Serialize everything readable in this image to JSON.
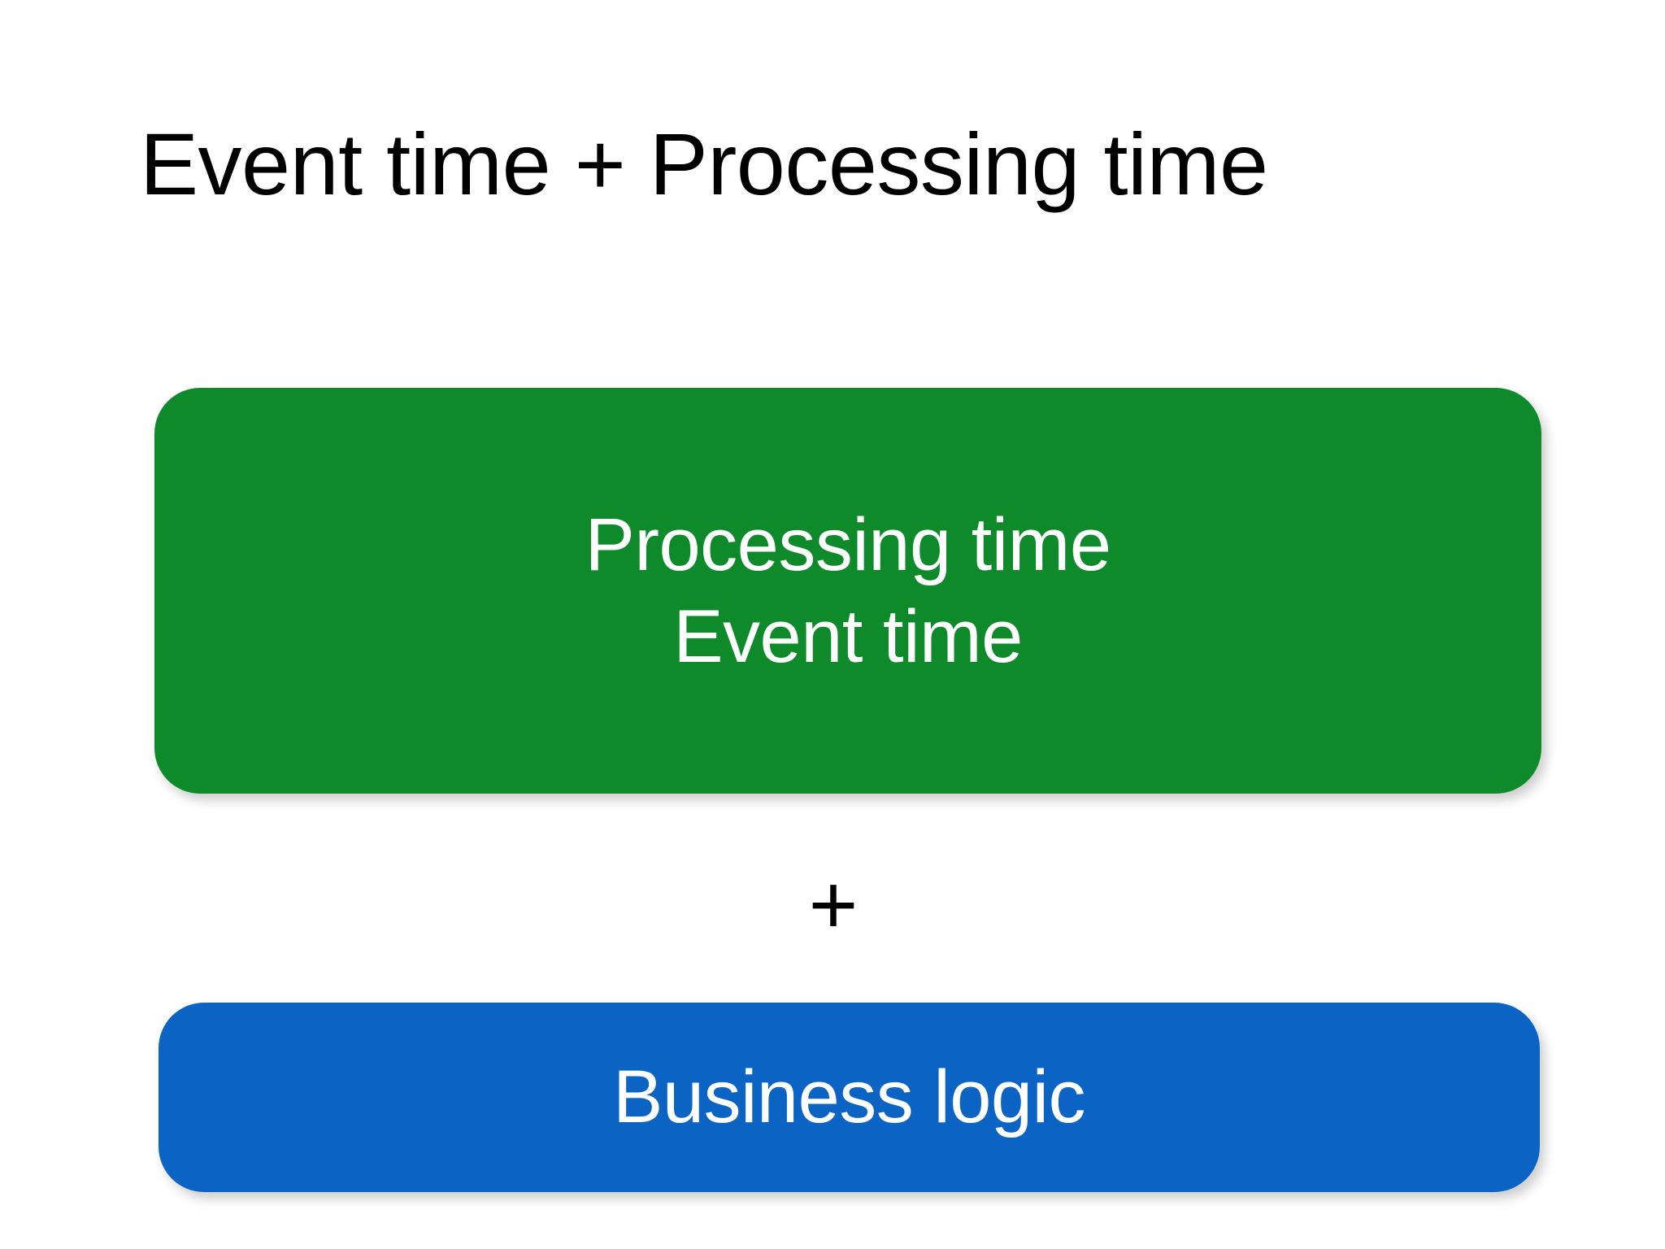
{
  "slide": {
    "background_color": "#ffffff",
    "title": "Event time + Processing time"
  },
  "cards": [
    {
      "id": "processing-time-card",
      "color": "#0E8A2B",
      "text_color": "#ffffff",
      "lines": [
        "Processing time",
        "Event time"
      ]
    },
    {
      "id": "business-logic-card",
      "color": "#0B63C3",
      "text_color": "#ffffff",
      "lines": [
        "Business logic"
      ]
    }
  ],
  "connector": {
    "symbol": "+",
    "color": "#000000"
  }
}
